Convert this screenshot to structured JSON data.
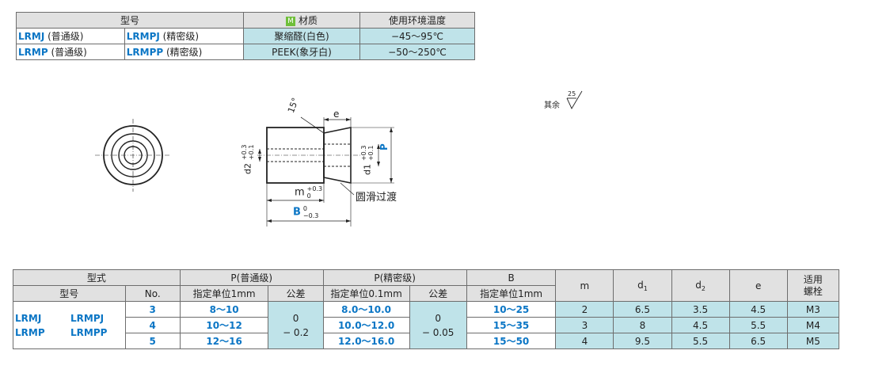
{
  "table1": {
    "h_model": "型号",
    "h_material_badge": "M",
    "h_material": "材质",
    "h_temp": "使用环境温度",
    "rows": [
      {
        "std": "LRMJ",
        "std_grade": "(普通级)",
        "prec": "LRMPJ",
        "prec_grade": "(精密级)",
        "material": "聚缩醛(白色)",
        "temp": "−45～95℃"
      },
      {
        "std": "LRMP",
        "std_grade": "(普通级)",
        "prec": "LRMPP",
        "prec_grade": "(精密级)",
        "material": "PEEK(象牙白)",
        "temp": "−50～250℃"
      }
    ]
  },
  "drawing": {
    "angle": "15°",
    "e": "e",
    "P": "P",
    "d2": "d2",
    "d2_tol_upper": "+0.3",
    "d2_tol_lower": "+0.1",
    "d1": "d1",
    "d1_tol_upper": "+0.3",
    "d1_tol_lower": "+0.1",
    "m": "m",
    "m_tol_upper": "+0.3",
    "m_tol_lower": "0",
    "B": "B",
    "B_tol_upper": "0",
    "B_tol_lower": "−0.3",
    "round_transition": "圆滑过渡",
    "roughness_rest": "其余",
    "roughness_value": "25"
  },
  "table2": {
    "h_type": "型式",
    "h_model": "型号",
    "h_no": "No.",
    "h_p_std": "P(普通级)",
    "h_p_prec": "P(精密级)",
    "h_B": "B",
    "h_spec1": "指定单位1mm",
    "h_tol": "公差",
    "h_spec01": "指定单位0.1mm",
    "h_tol2": "公差",
    "h_specB": "指定单位1mm",
    "h_m": "m",
    "h_d1": "d",
    "h_d1_sub": "1",
    "h_d2": "d",
    "h_d2_sub": "2",
    "h_e": "e",
    "h_bolt1": "适用",
    "h_bolt2": "螺栓",
    "models": [
      "LRMJ",
      "LRMPJ",
      "LRMP",
      "LRMPP"
    ],
    "tol_std_1": "0",
    "tol_std_2": "− 0.2",
    "tol_prec_1": "0",
    "tol_prec_2": "− 0.05",
    "rows": [
      {
        "no": "3",
        "p_std": "8～10",
        "p_prec": "8.0～10.0",
        "b": "10～25",
        "m": "2",
        "d1": "6.5",
        "d2": "3.5",
        "e": "4.5",
        "bolt": "M3"
      },
      {
        "no": "4",
        "p_std": "10～12",
        "p_prec": "10.0～12.0",
        "b": "15～35",
        "m": "3",
        "d1": "8",
        "d2": "4.5",
        "e": "5.5",
        "bolt": "M4"
      },
      {
        "no": "5",
        "p_std": "12～16",
        "p_prec": "12.0～16.0",
        "b": "15～50",
        "m": "4",
        "d1": "9.5",
        "d2": "5.5",
        "e": "6.5",
        "bolt": "M5"
      }
    ]
  }
}
